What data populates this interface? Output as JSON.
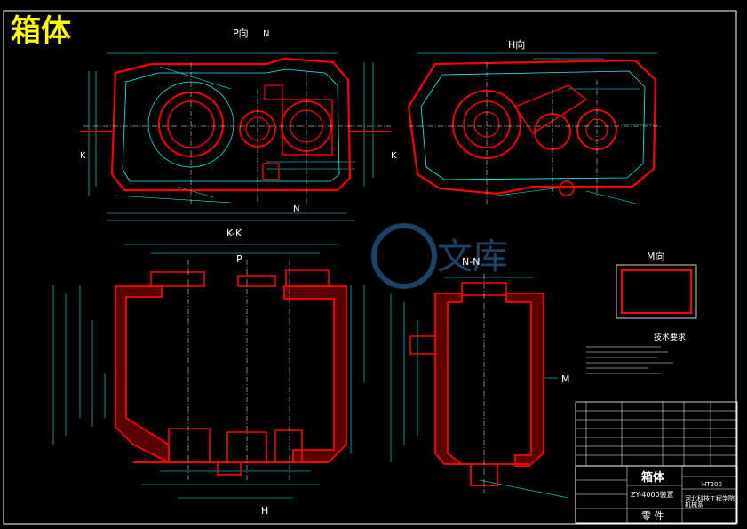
{
  "drawing": {
    "title": "箱体",
    "view_p": "P向",
    "view_h": "H向",
    "view_kk": "K-K",
    "view_nn": "N-N",
    "view_m": "M向",
    "label_n": "N",
    "label_k": "K",
    "label_p": "P",
    "label_h": "H",
    "label_m": "M",
    "tech_req_title": "技术要求",
    "watermark": "文库"
  },
  "title_block": {
    "part_name": "箱体",
    "assembly": "ZY-4000装置",
    "material": "HT200",
    "school": "河北科技工程学院",
    "zone": "机械系",
    "footer": "零  件"
  },
  "colors": {
    "background": "#000000",
    "outline": "#ff0000",
    "dimension": "#00ffff",
    "frame": "#ffffff",
    "title": "#ffff00",
    "centerline": "#ffffff"
  }
}
